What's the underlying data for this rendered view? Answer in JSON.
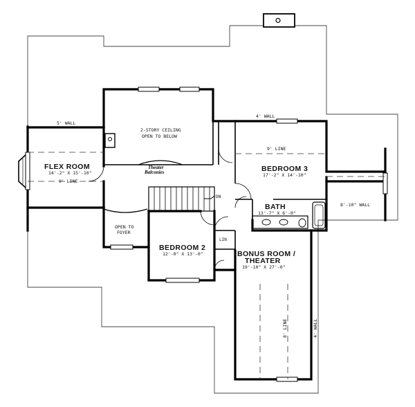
{
  "rooms": {
    "flex_room": {
      "name": "FLEX ROOM",
      "dims": "14'-2\" X 15'-10\""
    },
    "bedroom3": {
      "name": "BEDROOM 3",
      "dims": "17'-2\" X 14'-10\""
    },
    "bath": {
      "name": "BATH",
      "dims": "13'-7\" X 6'-0\""
    },
    "bedroom2": {
      "name": "BEDROOM 2",
      "dims": "12'-0\" X 13'-0\""
    },
    "bonus_room": {
      "name_line1": "BONUS ROOM /",
      "name_line2": "THEATER",
      "dims": "19'-10\" X 27'-0\""
    }
  },
  "notes": {
    "two_story_line1": "2-STORY CEILING",
    "two_story_line2": "OPEN TO BELOW",
    "theater_line1": "Theater",
    "theater_line2": "Balconies",
    "open_to_line1": "OPEN TO",
    "open_to_line2": "FOYER",
    "lin": "LIN",
    "dn": "DN",
    "wall_5": "5' WALL",
    "wall_4_top": "4' WALL",
    "wall_8_10": "8'-10\" WALL",
    "wall_4_side": "4' WALL",
    "line_9_flex": "9' LINE",
    "line_9_bed3": "9' LINE",
    "line_8_bonus": "8' LINE"
  },
  "colors": {
    "line": "#000000",
    "paper": "#ffffff"
  }
}
